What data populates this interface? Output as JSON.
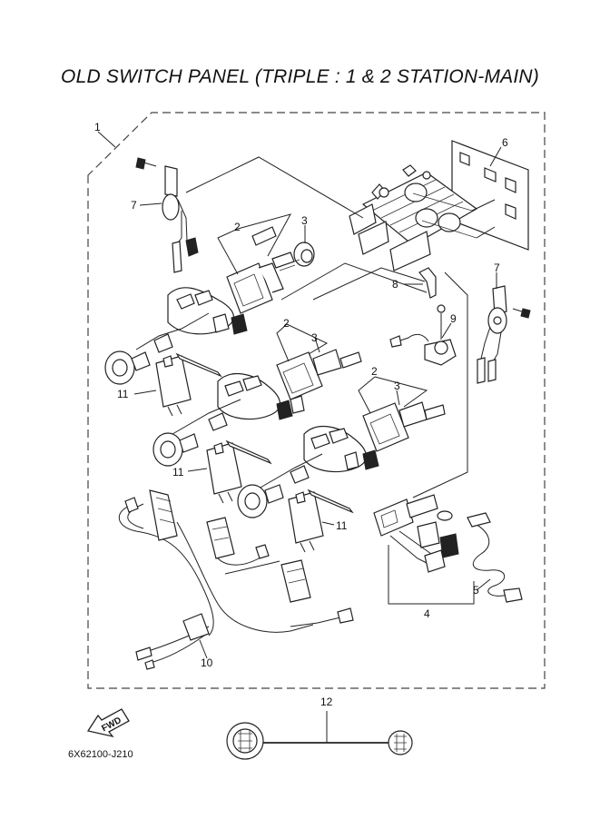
{
  "title": "OLD SWITCH PANEL (TRIPLE : 1 & 2 STATION-MAIN)",
  "callouts": {
    "c1": "1",
    "c2a": "2",
    "c3a": "3",
    "c2b": "2",
    "c3b": "3",
    "c2c": "2",
    "c3c": "3",
    "c5": "5",
    "c4": "4",
    "c6": "6",
    "c7a": "7",
    "c7b": "7",
    "c8": "8",
    "c9": "9",
    "c10": "10",
    "c11a": "11",
    "c11b": "11",
    "c11c": "11",
    "c12": "12"
  },
  "fwd_label": "FWD",
  "diagram_code": "6X62100-J210"
}
